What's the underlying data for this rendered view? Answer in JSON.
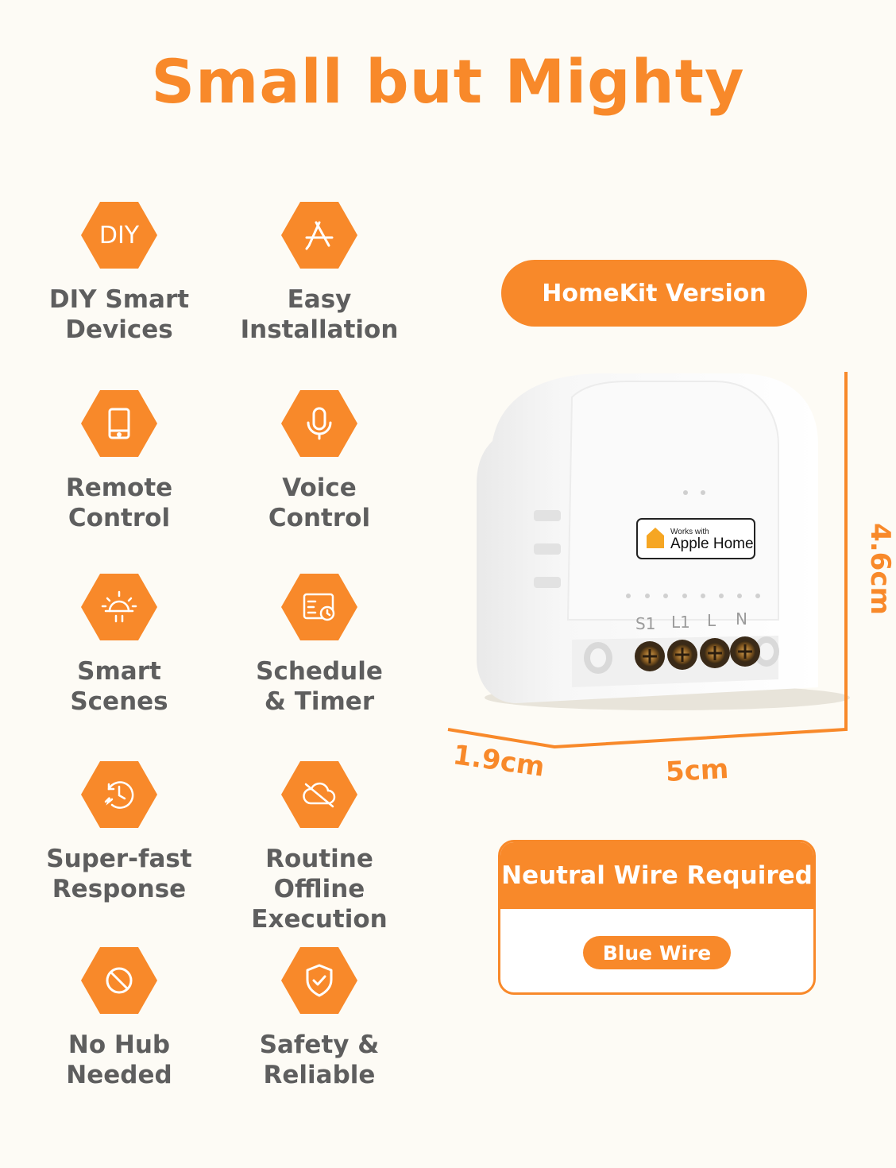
{
  "title": "Small but Mighty",
  "accent_color": "#f8892a",
  "features": [
    {
      "icon": "diy-icon",
      "icon_text": "DIY",
      "label": "DIY Smart\nDevices"
    },
    {
      "icon": "app-store-icon",
      "label": "Easy\nInstallation"
    },
    {
      "icon": "tablet-icon",
      "label": "Remote\nControl"
    },
    {
      "icon": "microphone-icon",
      "label": "Voice\nControl"
    },
    {
      "icon": "sunrise-icon",
      "label": "Smart\nScenes"
    },
    {
      "icon": "calendar-clock-icon",
      "label": "Schedule\n& Timer"
    },
    {
      "icon": "fast-clock-icon",
      "label": "Super-fast\nResponse"
    },
    {
      "icon": "cloud-offline-icon",
      "label": "Routine Offline\nExecution"
    },
    {
      "icon": "no-symbol-icon",
      "label": "No Hub\nNeeded"
    },
    {
      "icon": "shield-check-icon",
      "label": "Safety &\nReliable"
    }
  ],
  "homekit_version": "HomeKit Version",
  "device": {
    "badge_small": "Works with",
    "badge_large": "Apple Home",
    "terminals": [
      "S1",
      "L1",
      "L",
      "N"
    ]
  },
  "dimensions": {
    "depth": "1.9cm",
    "width": "5cm",
    "height": "4.6cm"
  },
  "neutral": {
    "heading": "Neutral Wire Required",
    "wire": "Blue Wire"
  }
}
